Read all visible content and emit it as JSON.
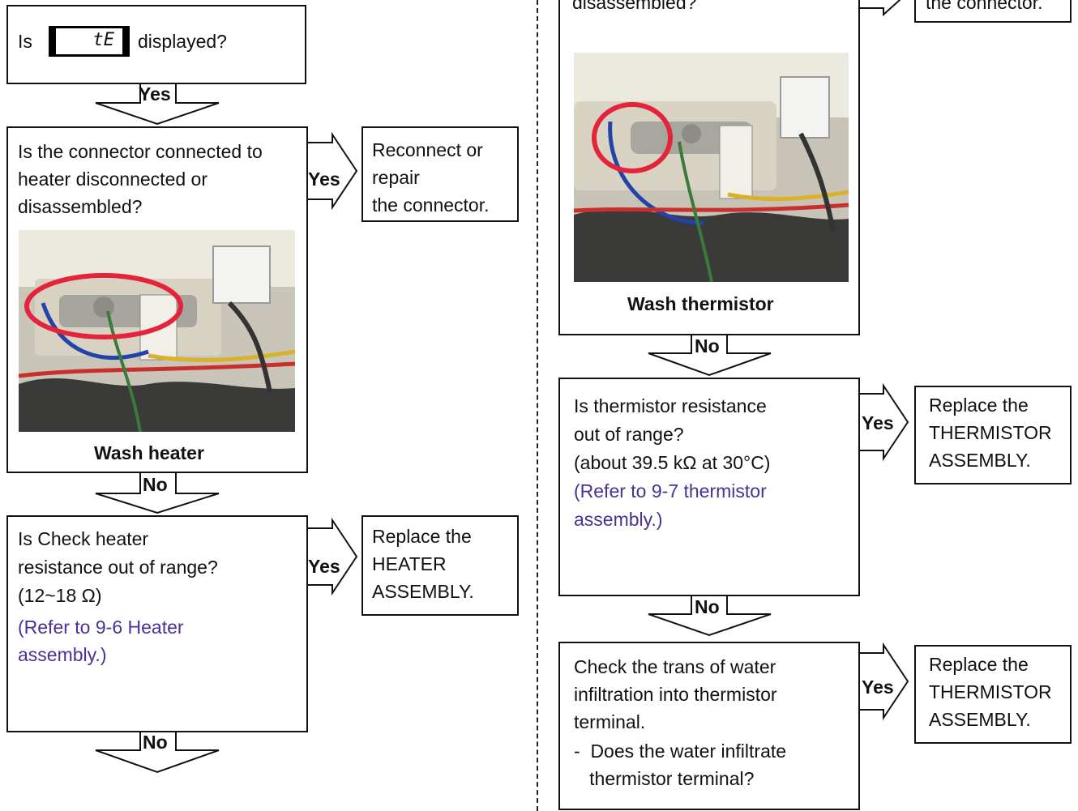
{
  "left": {
    "step1": {
      "prefix": "Is",
      "display_code": "tE",
      "suffix": "displayed?"
    },
    "arrow1_label": "Yes",
    "step2": {
      "lines": [
        "Is the connector connected to",
        "heater disconnected or",
        "disassembled?"
      ],
      "photo_caption": "Wash heater"
    },
    "step2_yes_label": "Yes",
    "step2_action": {
      "lines": [
        "Reconnect or",
        "repair",
        "the connector."
      ]
    },
    "arrow2_label": "No",
    "step3": {
      "lines": [
        "Is Check heater",
        "resistance out of range?",
        "(12~18 Ω)"
      ],
      "ref_lines": [
        "(Refer to 9-6 Heater",
        "assembly.)"
      ]
    },
    "step3_yes_label": "Yes",
    "step3_action": {
      "lines": [
        "Replace the",
        "HEATER",
        "ASSEMBLY."
      ]
    },
    "arrow3_label": "No"
  },
  "right": {
    "top_box": {
      "lines": [
        "disassembled?"
      ],
      "photo_caption": "Wash thermistor"
    },
    "top_action": {
      "lines": [
        "the connector."
      ]
    },
    "arrow1_label": "No",
    "step2": {
      "lines": [
        "Is thermistor resistance",
        "out of range?",
        "(about 39.5 kΩ at 30°C)"
      ],
      "ref_lines": [
        "(Refer to 9-7 thermistor",
        "assembly.)"
      ]
    },
    "step2_yes_label": "Yes",
    "step2_action": {
      "lines": [
        "Replace the",
        "THERMISTOR",
        "ASSEMBLY."
      ]
    },
    "arrow2_label": "No",
    "step3": {
      "lines": [
        "Check the trans of water",
        "infiltration into thermistor",
        "terminal.",
        "-  Does the water infiltrate",
        "   thermistor terminal?"
      ]
    },
    "step3_yes_label": "Yes",
    "step3_action": {
      "lines": [
        "Replace the",
        "THERMISTOR",
        "ASSEMBLY."
      ]
    }
  }
}
